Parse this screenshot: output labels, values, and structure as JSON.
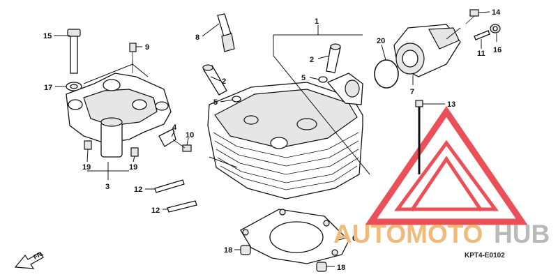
{
  "diagram": {
    "part_numbers": [
      {
        "id": "p1",
        "label": "1"
      },
      {
        "id": "p2a",
        "label": "2"
      },
      {
        "id": "p2b",
        "label": "2"
      },
      {
        "id": "p3",
        "label": "3"
      },
      {
        "id": "p4",
        "label": "4"
      },
      {
        "id": "p5a",
        "label": "5"
      },
      {
        "id": "p5b",
        "label": "5"
      },
      {
        "id": "p6",
        "label": "6"
      },
      {
        "id": "p7",
        "label": "7"
      },
      {
        "id": "p8",
        "label": "8"
      },
      {
        "id": "p9",
        "label": "9"
      },
      {
        "id": "p10",
        "label": "10"
      },
      {
        "id": "p11",
        "label": "11"
      },
      {
        "id": "p12a",
        "label": "12"
      },
      {
        "id": "p12b",
        "label": "12"
      },
      {
        "id": "p13",
        "label": "13"
      },
      {
        "id": "p14",
        "label": "14"
      },
      {
        "id": "p15",
        "label": "15"
      },
      {
        "id": "p16",
        "label": "16"
      },
      {
        "id": "p17",
        "label": "17"
      },
      {
        "id": "p18a",
        "label": "18"
      },
      {
        "id": "p18b",
        "label": "18"
      },
      {
        "id": "p19a",
        "label": "19"
      },
      {
        "id": "p19b",
        "label": "19"
      },
      {
        "id": "p20",
        "label": "20"
      }
    ],
    "front_marker": "FR.",
    "diagram_code": "KPT4-E0102"
  },
  "watermark": {
    "text_part1": "AUTOMOTO",
    "text_part2": "HUB",
    "color_part1": "#f0bb7a",
    "color_part2": "#b9b9b9",
    "logo_color": "#e8323c"
  }
}
